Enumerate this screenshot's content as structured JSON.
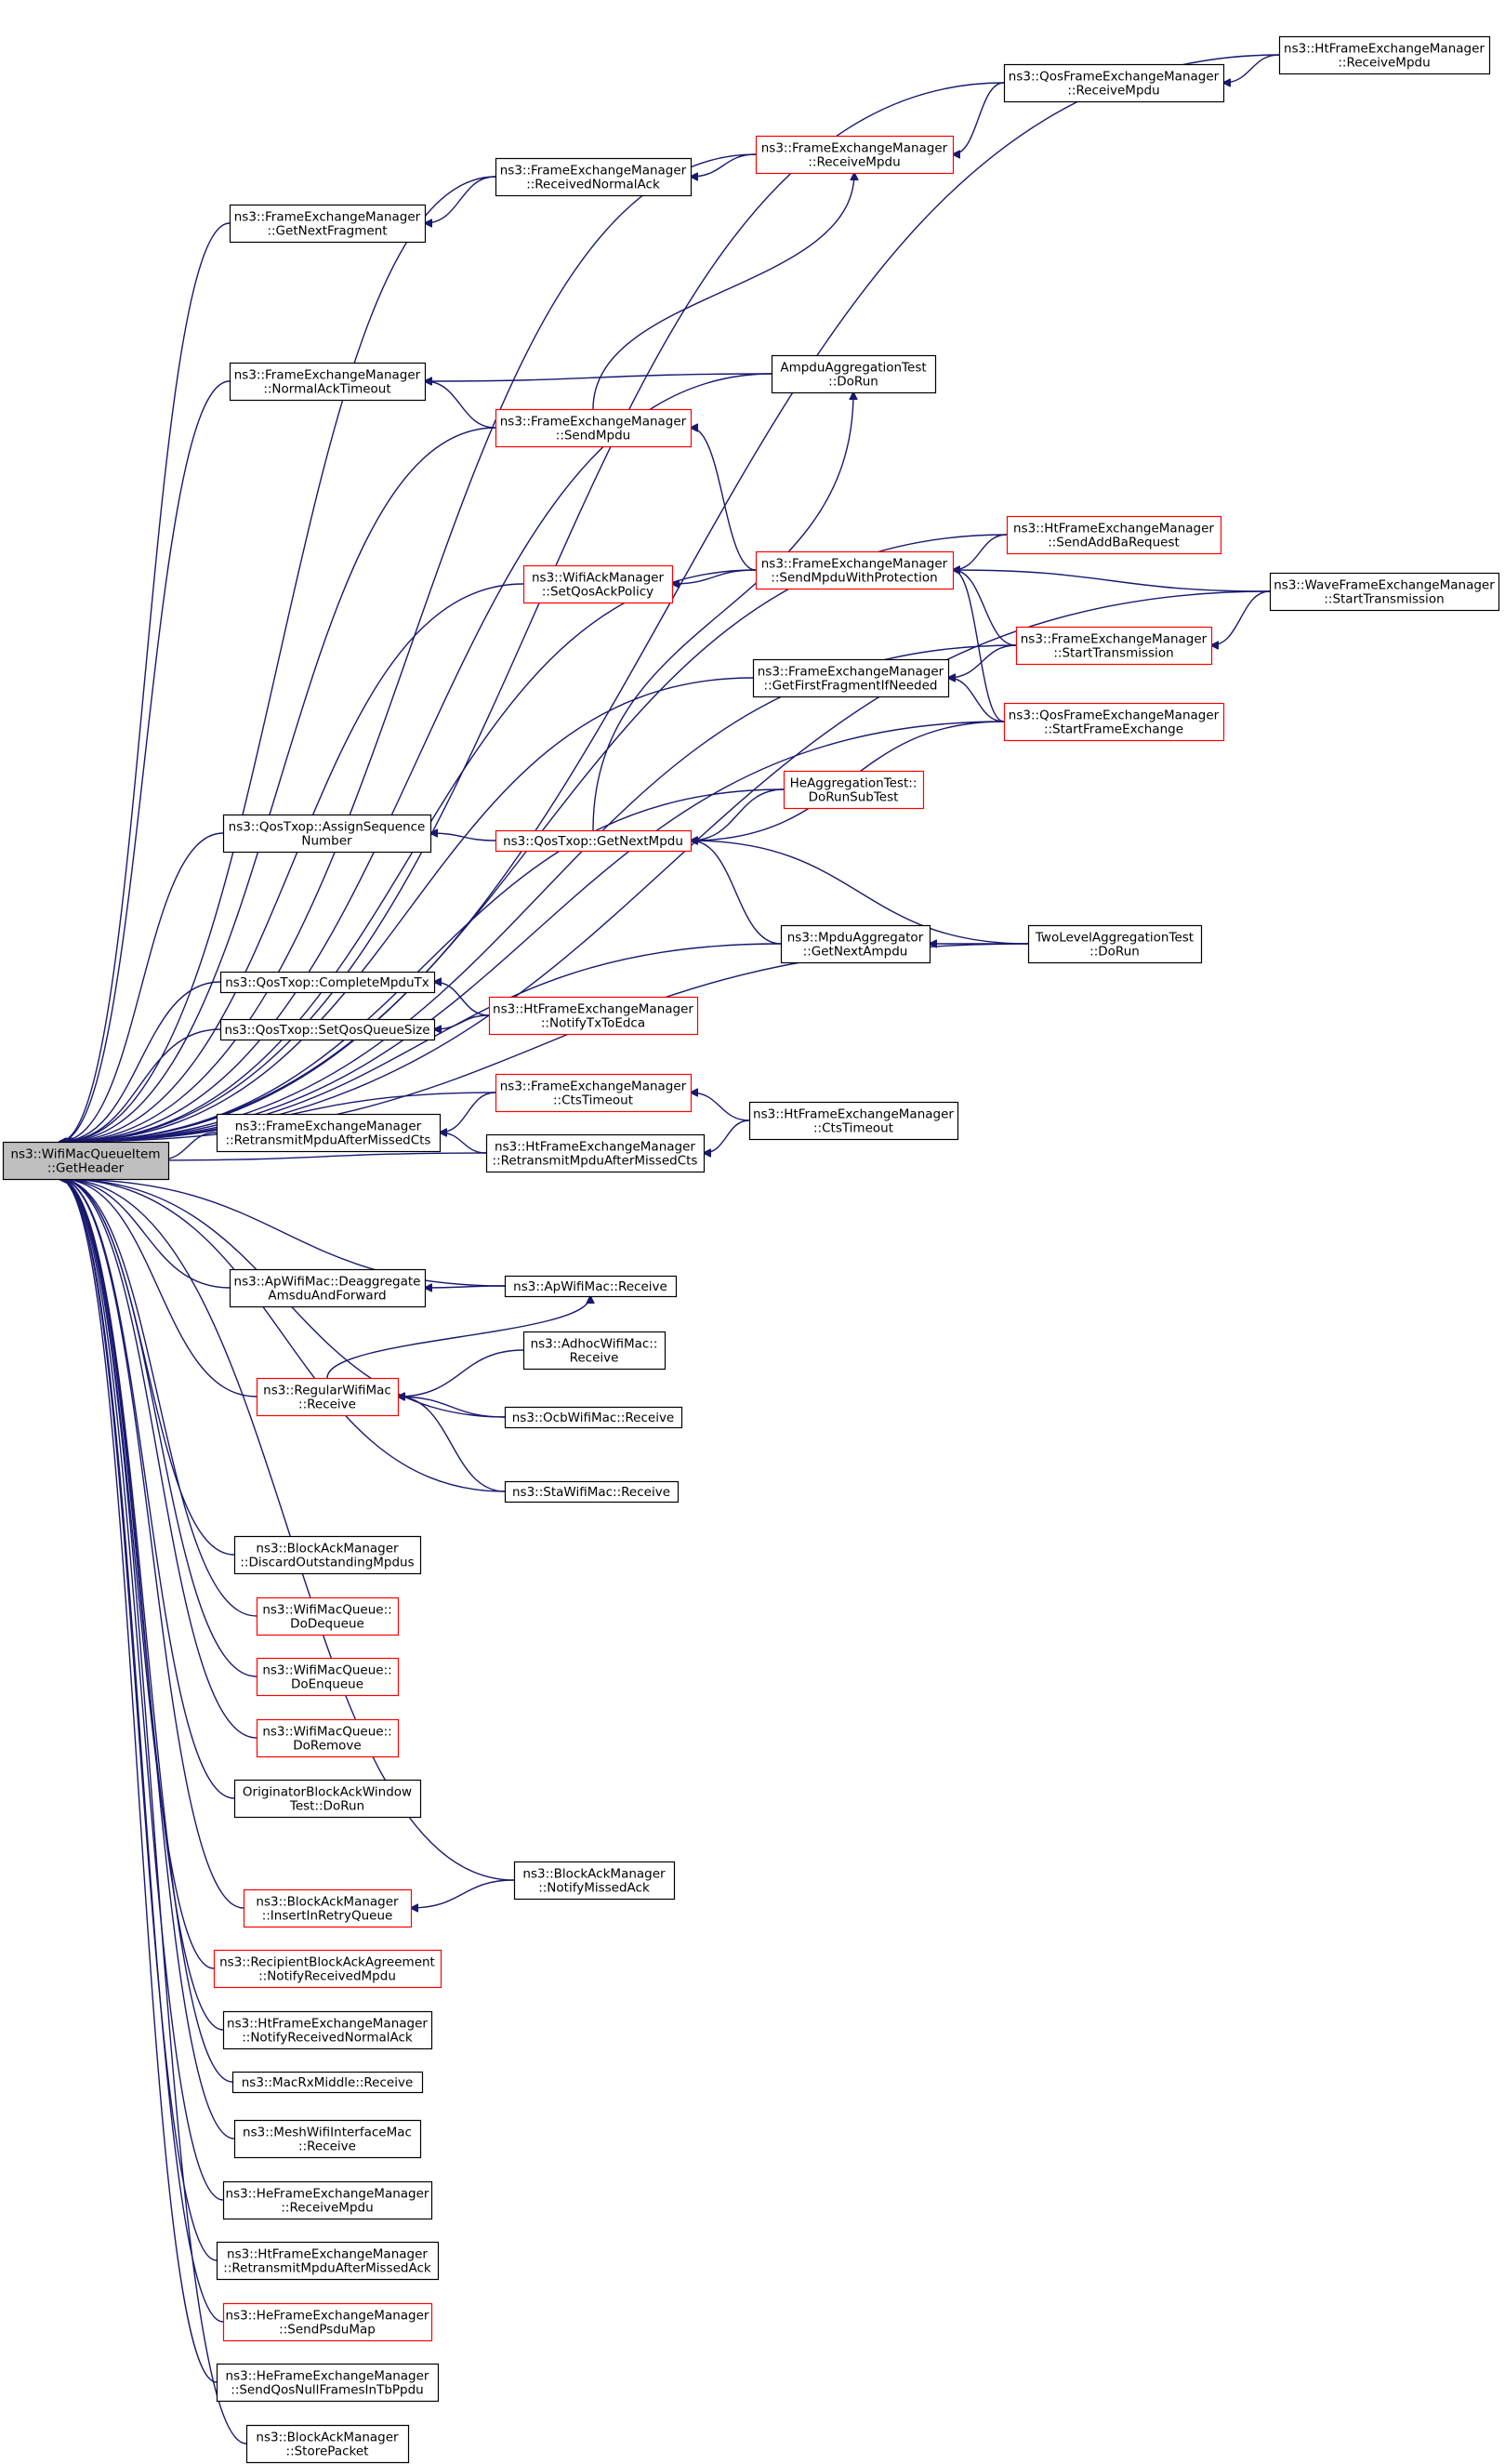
{
  "colors": {
    "edge": "#191970",
    "border_normal": "#000000",
    "border_truncated": "#ff0000",
    "fill_root": "#bfbfbf",
    "fill_node": "#ffffff",
    "text": "#000000"
  },
  "root": {
    "id": "root",
    "lines": [
      "ns3::WifiMacQueueItem",
      "::GetHeader"
    ],
    "style": "root"
  },
  "nodes": [
    {
      "id": "nGetNextFragment",
      "lines": [
        "ns3::FrameExchangeManager",
        "::GetNextFragment"
      ],
      "style": "normal"
    },
    {
      "id": "nNormalAckTimeout",
      "lines": [
        "ns3::FrameExchangeManager",
        "::NormalAckTimeout"
      ],
      "style": "normal"
    },
    {
      "id": "nAssignSeq",
      "lines": [
        "ns3::QosTxop::AssignSequence",
        "Number"
      ],
      "style": "normal"
    },
    {
      "id": "nCompleteMpduTx",
      "lines": [
        "ns3::QosTxop::CompleteMpduTx"
      ],
      "style": "normal"
    },
    {
      "id": "nSetQosQueueSize",
      "lines": [
        "ns3::QosTxop::SetQosQueueSize"
      ],
      "style": "normal"
    },
    {
      "id": "nFemRetransmit",
      "lines": [
        "ns3::FrameExchangeManager",
        "::RetransmitMpduAfterMissedCts"
      ],
      "style": "normal"
    },
    {
      "id": "nApDeagg",
      "lines": [
        "ns3::ApWifiMac::Deaggregate",
        "AmsduAndForward"
      ],
      "style": "normal"
    },
    {
      "id": "nRegularReceive",
      "lines": [
        "ns3::RegularWifiMac",
        "::Receive"
      ],
      "style": "truncated"
    },
    {
      "id": "nBamDiscard",
      "lines": [
        "ns3::BlockAckManager",
        "::DiscardOutstandingMpdus"
      ],
      "style": "normal"
    },
    {
      "id": "nDoDequeue",
      "lines": [
        "ns3::WifiMacQueue::",
        "DoDequeue"
      ],
      "style": "truncated"
    },
    {
      "id": "nDoEnqueue",
      "lines": [
        "ns3::WifiMacQueue::",
        "DoEnqueue"
      ],
      "style": "truncated"
    },
    {
      "id": "nDoRemove",
      "lines": [
        "ns3::WifiMacQueue::",
        "DoRemove"
      ],
      "style": "truncated"
    },
    {
      "id": "nOrigBaTest",
      "lines": [
        "OriginatorBlockAckWindow",
        "Test::DoRun"
      ],
      "style": "normal"
    },
    {
      "id": "nInsertRetry",
      "lines": [
        "ns3::BlockAckManager",
        "::InsertInRetryQueue"
      ],
      "style": "truncated"
    },
    {
      "id": "nRecipientBa",
      "lines": [
        "ns3::RecipientBlockAckAgreement",
        "::NotifyReceivedMpdu"
      ],
      "style": "truncated"
    },
    {
      "id": "nHtNotifyNormalAck",
      "lines": [
        "ns3::HtFrameExchangeManager",
        "::NotifyReceivedNormalAck"
      ],
      "style": "normal"
    },
    {
      "id": "nMacRxMiddle",
      "lines": [
        "ns3::MacRxMiddle::Receive"
      ],
      "style": "normal"
    },
    {
      "id": "nMeshIf",
      "lines": [
        "ns3::MeshWifiInterfaceMac",
        "::Receive"
      ],
      "style": "normal"
    },
    {
      "id": "nHeReceiveMpdu",
      "lines": [
        "ns3::HeFrameExchangeManager",
        "::ReceiveMpdu"
      ],
      "style": "normal"
    },
    {
      "id": "nHtRetransmitAck",
      "lines": [
        "ns3::HtFrameExchangeManager",
        "::RetransmitMpduAfterMissedAck"
      ],
      "style": "normal"
    },
    {
      "id": "nHeSendPsdu",
      "lines": [
        "ns3::HeFrameExchangeManager",
        "::SendPsduMap"
      ],
      "style": "truncated"
    },
    {
      "id": "nHeSendQosNull",
      "lines": [
        "ns3::HeFrameExchangeManager",
        "::SendQosNullFramesInTbPpdu"
      ],
      "style": "normal"
    },
    {
      "id": "nBamStore",
      "lines": [
        "ns3::BlockAckManager",
        "::StorePacket"
      ],
      "style": "normal"
    },
    {
      "id": "nRecvNormalAck",
      "lines": [
        "ns3::FrameExchangeManager",
        "::ReceivedNormalAck"
      ],
      "style": "normal"
    },
    {
      "id": "nSendMpdu",
      "lines": [
        "ns3::FrameExchangeManager",
        "::SendMpdu"
      ],
      "style": "truncated"
    },
    {
      "id": "nSetQosAckPolicy",
      "lines": [
        "ns3::WifiAckManager",
        "::SetQosAckPolicy"
      ],
      "style": "truncated"
    },
    {
      "id": "nGetFirstFrag",
      "lines": [
        "ns3::FrameExchangeManager",
        "::GetFirstFragmentIfNeeded"
      ],
      "style": "normal"
    },
    {
      "id": "nQosGetNextMpdu",
      "lines": [
        "ns3::QosTxop::GetNextMpdu"
      ],
      "style": "truncated"
    },
    {
      "id": "nHtNotifyTxToEdca",
      "lines": [
        "ns3::HtFrameExchangeManager",
        "::NotifyTxToEdca"
      ],
      "style": "truncated"
    },
    {
      "id": "nFemCtsTimeout",
      "lines": [
        "ns3::FrameExchangeManager",
        "::CtsTimeout"
      ],
      "style": "truncated"
    },
    {
      "id": "nHtRetransmitCts",
      "lines": [
        "ns3::HtFrameExchangeManager",
        "::RetransmitMpduAfterMissedCts"
      ],
      "style": "normal"
    },
    {
      "id": "nApReceive",
      "lines": [
        "ns3::ApWifiMac::Receive"
      ],
      "style": "normal"
    },
    {
      "id": "nAdhocReceive",
      "lines": [
        "ns3::AdhocWifiMac::",
        "Receive"
      ],
      "style": "normal"
    },
    {
      "id": "nOcbReceive",
      "lines": [
        "ns3::OcbWifiMac::Receive"
      ],
      "style": "normal"
    },
    {
      "id": "nStaReceive",
      "lines": [
        "ns3::StaWifiMac::Receive"
      ],
      "style": "normal"
    },
    {
      "id": "nBamNotifyMissedAck",
      "lines": [
        "ns3::BlockAckManager",
        "::NotifyMissedAck"
      ],
      "style": "normal"
    },
    {
      "id": "nFemReceiveMpdu",
      "lines": [
        "ns3::FrameExchangeManager",
        "::ReceiveMpdu"
      ],
      "style": "truncated"
    },
    {
      "id": "nAmpduTest",
      "lines": [
        "AmpduAggregationTest",
        "::DoRun"
      ],
      "style": "normal"
    },
    {
      "id": "nSendWithProt",
      "lines": [
        "ns3::FrameExchangeManager",
        "::SendMpduWithProtection"
      ],
      "style": "truncated"
    },
    {
      "id": "nHeAggTest",
      "lines": [
        "HeAggregationTest::",
        "DoRunSubTest"
      ],
      "style": "truncated"
    },
    {
      "id": "nMpduAgg",
      "lines": [
        "ns3::MpduAggregator",
        "::GetNextAmpdu"
      ],
      "style": "normal"
    },
    {
      "id": "nHtCtsTimeout",
      "lines": [
        "ns3::HtFrameExchangeManager",
        "::CtsTimeout"
      ],
      "style": "normal"
    },
    {
      "id": "nQosReceiveMpdu",
      "lines": [
        "ns3::QosFrameExchangeManager",
        "::ReceiveMpdu"
      ],
      "style": "normal"
    },
    {
      "id": "nHtSendAddBa",
      "lines": [
        "ns3::HtFrameExchangeManager",
        "::SendAddBaRequest"
      ],
      "style": "truncated"
    },
    {
      "id": "nFemStartTx",
      "lines": [
        "ns3::FrameExchangeManager",
        "::StartTransmission"
      ],
      "style": "truncated"
    },
    {
      "id": "nQosStartFrame",
      "lines": [
        "ns3::QosFrameExchangeManager",
        "::StartFrameExchange"
      ],
      "style": "truncated"
    },
    {
      "id": "nTwoLevelTest",
      "lines": [
        "TwoLevelAggregationTest",
        "::DoRun"
      ],
      "style": "normal"
    },
    {
      "id": "nHtReceiveMpdu",
      "lines": [
        "ns3::HtFrameExchangeManager",
        "::ReceiveMpdu"
      ],
      "style": "normal"
    },
    {
      "id": "nWaveStartTx",
      "lines": [
        "ns3::WaveFrameExchangeManager",
        "::StartTransmission"
      ],
      "style": "normal"
    }
  ],
  "edges": [
    [
      "nGetNextFragment",
      "root"
    ],
    [
      "nNormalAckTimeout",
      "root"
    ],
    [
      "nAssignSeq",
      "root"
    ],
    [
      "nCompleteMpduTx",
      "root"
    ],
    [
      "nSetQosQueueSize",
      "root"
    ],
    [
      "nFemRetransmit",
      "root"
    ],
    [
      "nApDeagg",
      "root"
    ],
    [
      "nRegularReceive",
      "root"
    ],
    [
      "nBamDiscard",
      "root"
    ],
    [
      "nDoDequeue",
      "root"
    ],
    [
      "nDoEnqueue",
      "root"
    ],
    [
      "nDoRemove",
      "root"
    ],
    [
      "nOrigBaTest",
      "root"
    ],
    [
      "nInsertRetry",
      "root"
    ],
    [
      "nRecipientBa",
      "root"
    ],
    [
      "nHtNotifyNormalAck",
      "root"
    ],
    [
      "nMacRxMiddle",
      "root"
    ],
    [
      "nMeshIf",
      "root"
    ],
    [
      "nHeReceiveMpdu",
      "root"
    ],
    [
      "nHtRetransmitAck",
      "root"
    ],
    [
      "nHeSendPsdu",
      "root"
    ],
    [
      "nHeSendQosNull",
      "root"
    ],
    [
      "nBamStore",
      "root"
    ],
    [
      "nHtReceiveMpdu",
      "root"
    ],
    [
      "nQosReceiveMpdu",
      "root"
    ],
    [
      "nFemReceiveMpdu",
      "root"
    ],
    [
      "nRecvNormalAck",
      "root"
    ],
    [
      "nHtSendAddBa",
      "root"
    ],
    [
      "nAmpduTest",
      "root"
    ],
    [
      "nSendMpdu",
      "root"
    ],
    [
      "nWaveStartTx",
      "root"
    ],
    [
      "nSetQosAckPolicy",
      "root"
    ],
    [
      "nSendWithProt",
      "root"
    ],
    [
      "nFemStartTx",
      "root"
    ],
    [
      "nGetFirstFrag",
      "root"
    ],
    [
      "nQosStartFrame",
      "root"
    ],
    [
      "nHeAggTest",
      "root"
    ],
    [
      "nMpduAgg",
      "root"
    ],
    [
      "nTwoLevelTest",
      "root"
    ],
    [
      "nFemCtsTimeout",
      "root"
    ],
    [
      "nHtRetransmitCts",
      "root"
    ],
    [
      "nApReceive",
      "root"
    ],
    [
      "nOcbReceive",
      "root"
    ],
    [
      "nStaReceive",
      "root"
    ],
    [
      "nBamNotifyMissedAck",
      "root"
    ],
    [
      "nHtReceiveMpdu",
      "nQosReceiveMpdu"
    ],
    [
      "nQosReceiveMpdu",
      "nFemReceiveMpdu"
    ],
    [
      "nFemReceiveMpdu",
      "nRecvNormalAck"
    ],
    [
      "nRecvNormalAck",
      "nGetNextFragment"
    ],
    [
      "nAmpduTest",
      "nNormalAckTimeout"
    ],
    [
      "nSendMpdu",
      "nNormalAckTimeout"
    ],
    [
      "nSendMpdu",
      "nFemReceiveMpdu"
    ],
    [
      "nSendWithProt",
      "nSendMpdu"
    ],
    [
      "nHtSendAddBa",
      "nSendWithProt"
    ],
    [
      "nWaveStartTx",
      "nSendWithProt"
    ],
    [
      "nFemStartTx",
      "nSendWithProt"
    ],
    [
      "nQosStartFrame",
      "nSendWithProt"
    ],
    [
      "nSendWithProt",
      "nSetQosAckPolicy"
    ],
    [
      "nWaveStartTx",
      "nFemStartTx"
    ],
    [
      "nFemStartTx",
      "nGetFirstFrag"
    ],
    [
      "nQosStartFrame",
      "nGetFirstFrag"
    ],
    [
      "nQosGetNextMpdu",
      "nAssignSeq"
    ],
    [
      "nQosGetNextMpdu",
      "nAmpduTest"
    ],
    [
      "nHeAggTest",
      "nQosGetNextMpdu"
    ],
    [
      "nQosStartFrame",
      "nQosGetNextMpdu"
    ],
    [
      "nMpduAgg",
      "nQosGetNextMpdu"
    ],
    [
      "nTwoLevelTest",
      "nQosGetNextMpdu"
    ],
    [
      "nTwoLevelTest",
      "nMpduAgg"
    ],
    [
      "nHtNotifyTxToEdca",
      "nCompleteMpduTx"
    ],
    [
      "nHtNotifyTxToEdca",
      "nSetQosQueueSize"
    ],
    [
      "nFemCtsTimeout",
      "nFemRetransmit"
    ],
    [
      "nHtRetransmitCts",
      "nFemRetransmit"
    ],
    [
      "nHtCtsTimeout",
      "nFemCtsTimeout"
    ],
    [
      "nHtCtsTimeout",
      "nHtRetransmitCts"
    ],
    [
      "nApReceive",
      "nApDeagg"
    ],
    [
      "nRegularReceive",
      "nApReceive"
    ],
    [
      "nAdhocReceive",
      "nRegularReceive"
    ],
    [
      "nOcbReceive",
      "nRegularReceive"
    ],
    [
      "nStaReceive",
      "nRegularReceive"
    ],
    [
      "nBamNotifyMissedAck",
      "nInsertRetry"
    ]
  ]
}
